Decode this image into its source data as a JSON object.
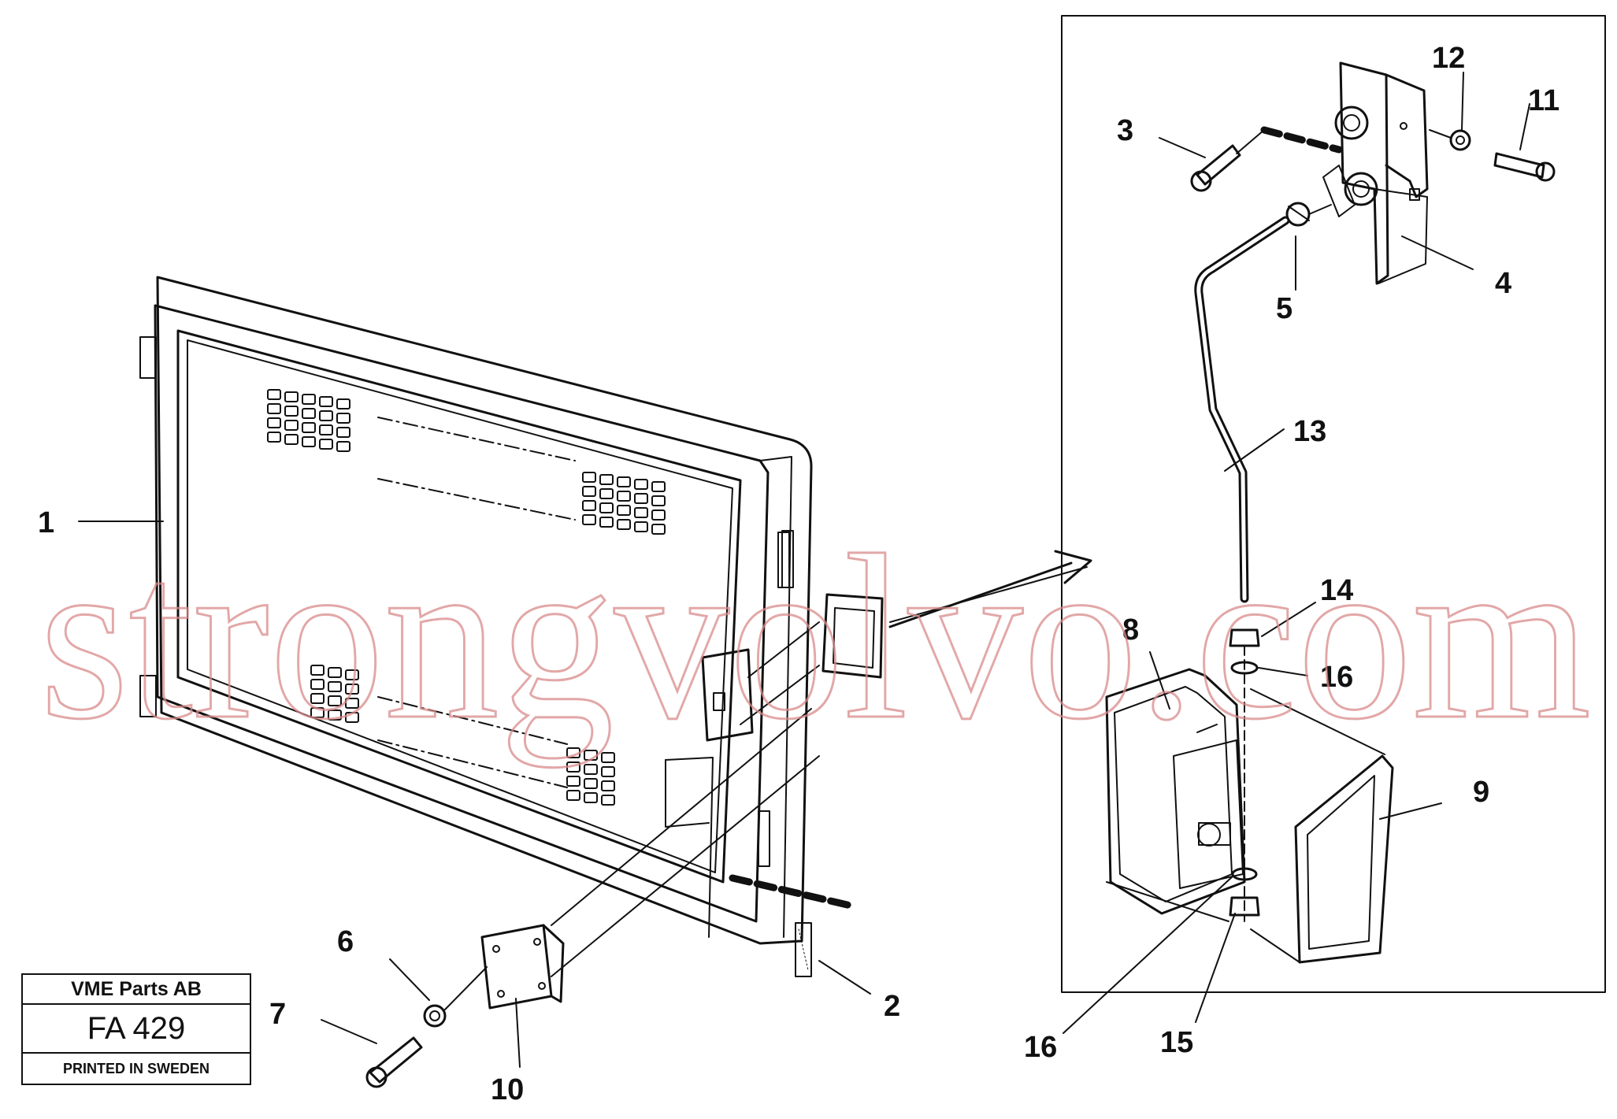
{
  "diagram": {
    "callouts": [
      "1",
      "2",
      "3",
      "4",
      "5",
      "6",
      "7",
      "8",
      "9",
      "10",
      "11",
      "12",
      "13",
      "14",
      "15",
      "16",
      "16"
    ]
  },
  "stamp": {
    "company": "VME Parts AB",
    "code": "FA 429",
    "printed": "PRINTED IN SWEDEN"
  },
  "watermark": {
    "text": "strongvolvo.com",
    "color": "#d98a8a"
  },
  "colors": {
    "line": "#111111",
    "background": "#ffffff"
  }
}
